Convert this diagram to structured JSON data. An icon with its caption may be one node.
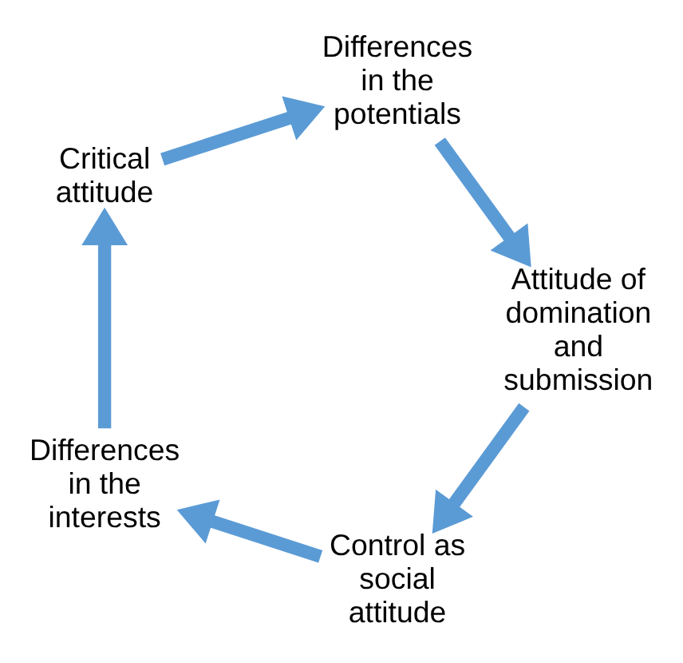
{
  "diagram": {
    "nodes": [
      {
        "text": [
          "Control as social attitude"
        ]
      },
      {
        "text": [
          "Differences in the interests"
        ]
      },
      {
        "text": [
          "Critical attitude"
        ]
      },
      {
        "text": [
          "Differences in the potentials"
        ]
      },
      {
        "text": [
          "Attitude of domination and submission"
        ]
      }
    ],
    "edges": [
      {
        "from": 0,
        "to": 1,
        "arrow": "to"
      },
      {
        "from": 1,
        "to": 2,
        "arrow": "to"
      },
      {
        "from": 2,
        "to": 3,
        "arrow": "to"
      },
      {
        "from": 3,
        "to": 4,
        "arrow": "to"
      },
      {
        "from": 4,
        "to": 0,
        "arrow": "to"
      }
    ]
  }
}
